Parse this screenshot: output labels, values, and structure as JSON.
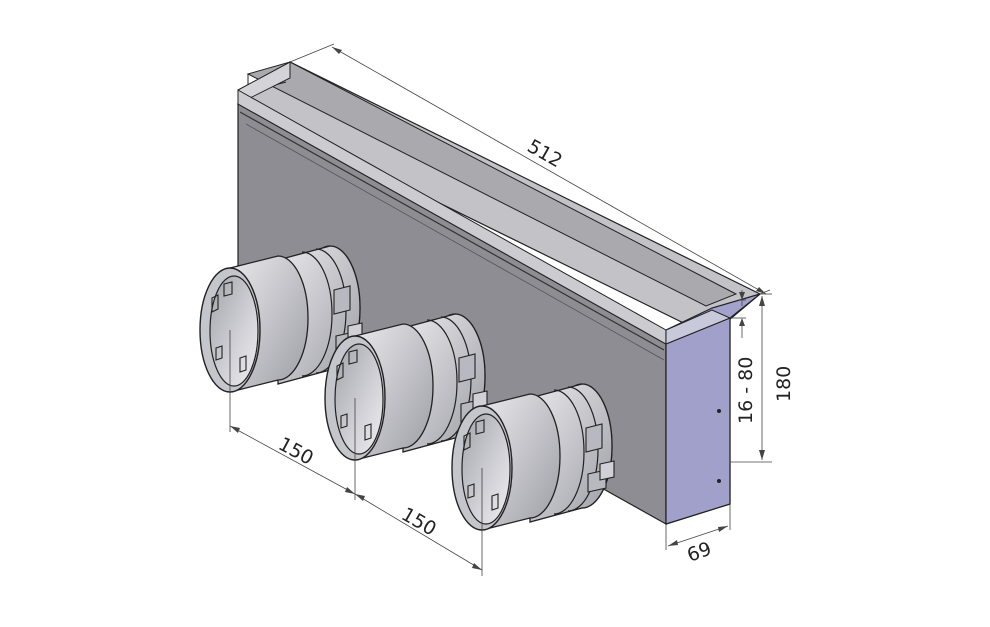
{
  "dimensions": {
    "length": "512",
    "height": "180",
    "adjust_range": "16 - 80",
    "depth": "69",
    "spacing_1": "150",
    "spacing_2": "150"
  },
  "colors": {
    "box_front": "#8d8c92",
    "box_top": "#b9b9bd",
    "box_side": "#a0a0c8",
    "collar": "#c9c9cf",
    "dim_line": "#444444"
  }
}
